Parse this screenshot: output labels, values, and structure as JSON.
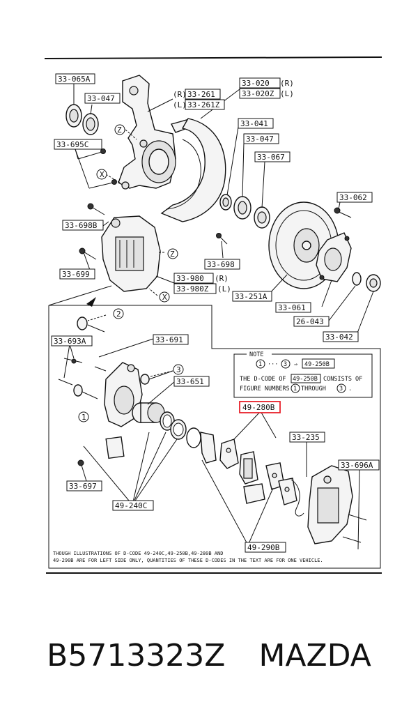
{
  "callouts": {
    "c33_065A": "33-065A",
    "c33_047a": "33-047",
    "c33_695C": "33-695C",
    "c33_261": "33-261",
    "c33_261Z": "33-261Z",
    "side_R": "(R)",
    "side_L": "(L)",
    "c33_020": "33-020",
    "c33_020Z": "33-020Z",
    "c33_041": "33-041",
    "c33_047b": "33-047",
    "c33_067": "33-067",
    "c33_062": "33-062",
    "c33_698B": "33-698B",
    "c33_698": "33-698",
    "c33_699": "33-699",
    "c33_980": "33-980",
    "c33_980Z": "33-980Z",
    "c33_251A": "33-251A",
    "c33_061": "33-061",
    "c26_043": "26-043",
    "c33_042": "33-042",
    "c33_693A": "33-693A",
    "c33_691": "33-691",
    "c33_651": "33-651",
    "c49_280B": "49-280B",
    "c33_235": "33-235",
    "c33_696A": "33-696A",
    "c33_697": "33-697",
    "c49_240C": "49-240C",
    "c49_290B": "49-290B"
  },
  "markers": {
    "z": "Z",
    "x": "X",
    "n1": "1",
    "n2": "2",
    "n3": "3"
  },
  "note": {
    "heading": "NOTE",
    "arrow_code": "49-250B",
    "dots": "···",
    "line1_a": "THE D-CODE OF",
    "line1_code": "49-250B",
    "line1_b": "CONSISTS OF",
    "line2_a": "FIGURE NUMBERS",
    "line2_b": "THROUGH",
    "line2_end": "."
  },
  "caption": {
    "line1": "THOUGH ILLUSTRATIONS OF D-CODE 49-240C,49-250B,49-280B AND",
    "line2": "49-290B ARE FOR LEFT SIDE ONLY, QUANTITIES OF THESE D-CODES IN THE TEXT ARE FOR ONE VEHICLE."
  },
  "footer": {
    "part_number": "B5713323Z",
    "brand": "MAZDA"
  },
  "colors": {
    "highlight": "#e8202a",
    "ink": "#111111"
  }
}
